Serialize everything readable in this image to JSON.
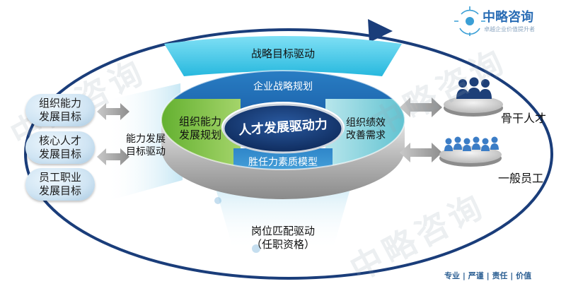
{
  "logo": {
    "name": "中略咨询",
    "tagline": "卓越企业价值提升者"
  },
  "diagram": {
    "ring_outer_top": "战略目标驱动",
    "ring_inner_top": "企业战略规划",
    "ring_left": "组织能力\n发展规划",
    "ring_right": "组织绩效\n改善需求",
    "ring_bottom": "胜任力素质模型",
    "center": "人才发展驱动力",
    "left_driver": "能力发展\n目标驱动",
    "bottom_driver": "岗位匹配驱动\n（任职资格）",
    "left_goals": [
      "组织能力\n发展目标",
      "核心人才\n发展目标",
      "员工职业\n发展目标"
    ],
    "right_groups": [
      {
        "label": "骨干人才",
        "icon": "people-group-icon"
      },
      {
        "label": "一般员工",
        "icon": "people-group-icon"
      }
    ]
  },
  "footer": {
    "parts": [
      "专业",
      "严谨",
      "责任",
      "价值"
    ],
    "separator": "|"
  },
  "watermark": "中略咨询",
  "colors": {
    "navy": "#163b72",
    "cyan": "#2fc0e0",
    "blue": "#1e6cb5",
    "green": "#7fc241",
    "teal": "#56c2cf",
    "outline": "#1a3d7a"
  }
}
